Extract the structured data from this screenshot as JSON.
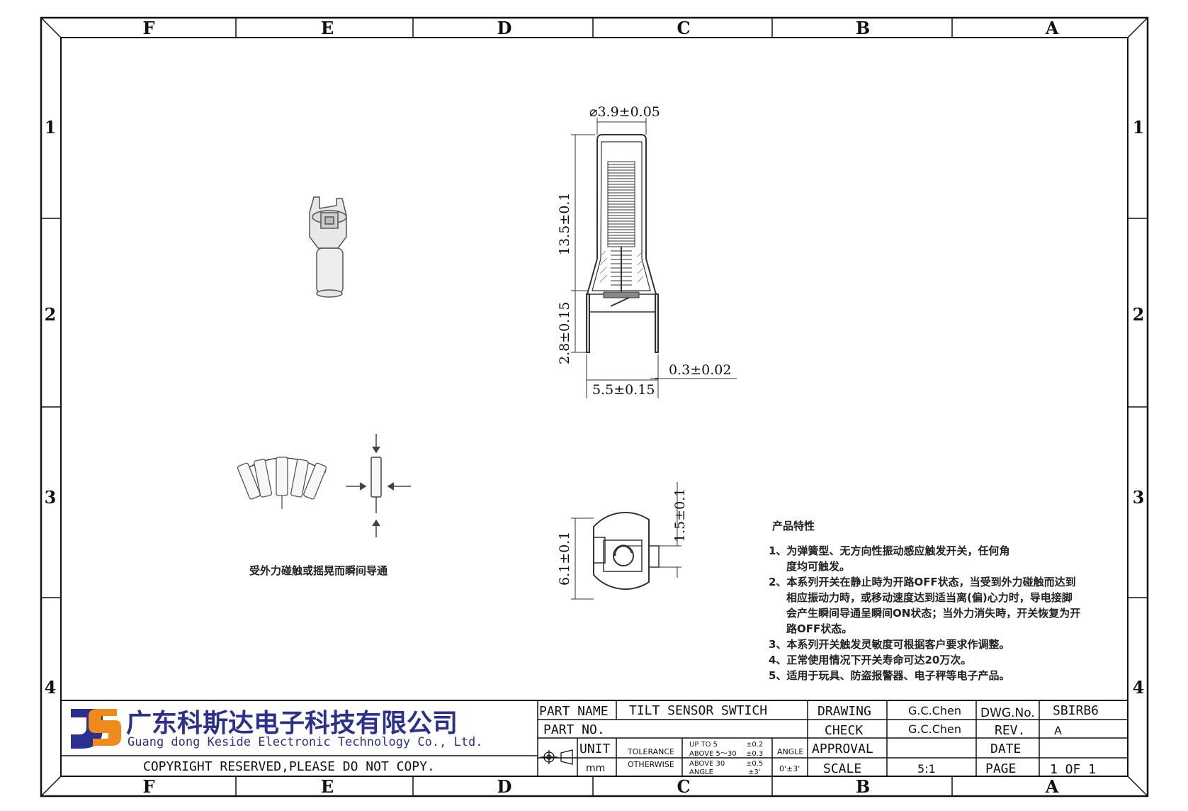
{
  "zones": {
    "columns": [
      "F",
      "E",
      "D",
      "C",
      "B",
      "A"
    ],
    "rows": [
      "1",
      "2",
      "3",
      "4"
    ]
  },
  "dimensions": {
    "diameter": "⌀3.9±0.05",
    "body_length": "13.5±0.1",
    "pin_length": "2.8±0.15",
    "pin_thickness": "0.3±0.02",
    "pin_spacing": "5.5±0.15",
    "bottom_height": "6.1±0.1",
    "bottom_offset": "1.5±0.1"
  },
  "tilt_caption": "受外力碰触或摇晃而瞬间导通",
  "features": {
    "title": "产品特性",
    "lines": [
      "1、为弹簧型、无方向性振动感应触发开关，任何角",
      "度均可触发。",
      "2、本系列开关在静止時为开路OFF状态，当受到外力碰触而达到",
      "相应振动力時，或移动速度达到适当离(偏)心力时，导电接脚",
      "会产生瞬间导通呈瞬间ON状态；当外力消失時，开关恢复为开",
      "路OFF状态。",
      "3、本系列开关触发灵敏度可根据客户要求作调整。",
      "4、正常使用情况下开关寿命可达20万次。",
      "5、适用于玩具、防盗报警器、电子秤等电子产品。"
    ]
  },
  "company": {
    "name_cn": "广东科斯达电子科技有限公司",
    "name_en": "Guang dong Keside  Electronic Technology Co., Ltd.",
    "copyright": "COPYRIGHT RESERVED,PLEASE DO NOT COPY.",
    "colors": {
      "blue": "#2b2f8f",
      "orange": "#f08a1c"
    }
  },
  "title_block": {
    "part_name_label": "PART NAME",
    "part_name_value": "TILT SENSOR SWTICH",
    "part_no_label": "PART NO.",
    "unit_label": "UNIT",
    "unit_value": "mm",
    "tolerance_label": "TOLERANCE",
    "otherwise_label": "OTHERWISE",
    "tol_up_to_5": "UP TO 5",
    "tol_up_to_5_val": "±0.2",
    "tol_5_30": "ABOVE 5～30",
    "tol_5_30_val": "±0.3",
    "tol_above_30": "ABOVE 30",
    "tol_above_30_val": "±0.5",
    "tol_angle": "ANGLE",
    "tol_angle_val": "±3'",
    "angle_label": "ANGLE",
    "angle_value": "0'±3'",
    "drawing_label": "DRAWING",
    "drawing_value": "G.C.Chen",
    "check_label": "CHECK",
    "check_value": "G.C.Chen",
    "approval_label": "APPROVAL",
    "scale_label": "SCALE",
    "scale_value": "5:1",
    "dwg_no_label": "DWG.No.",
    "dwg_no_value": "SBIRB6",
    "rev_label": "REV.",
    "rev_value": "A",
    "date_label": "DATE",
    "page_label": "PAGE",
    "page_value": "1 OF 1"
  }
}
